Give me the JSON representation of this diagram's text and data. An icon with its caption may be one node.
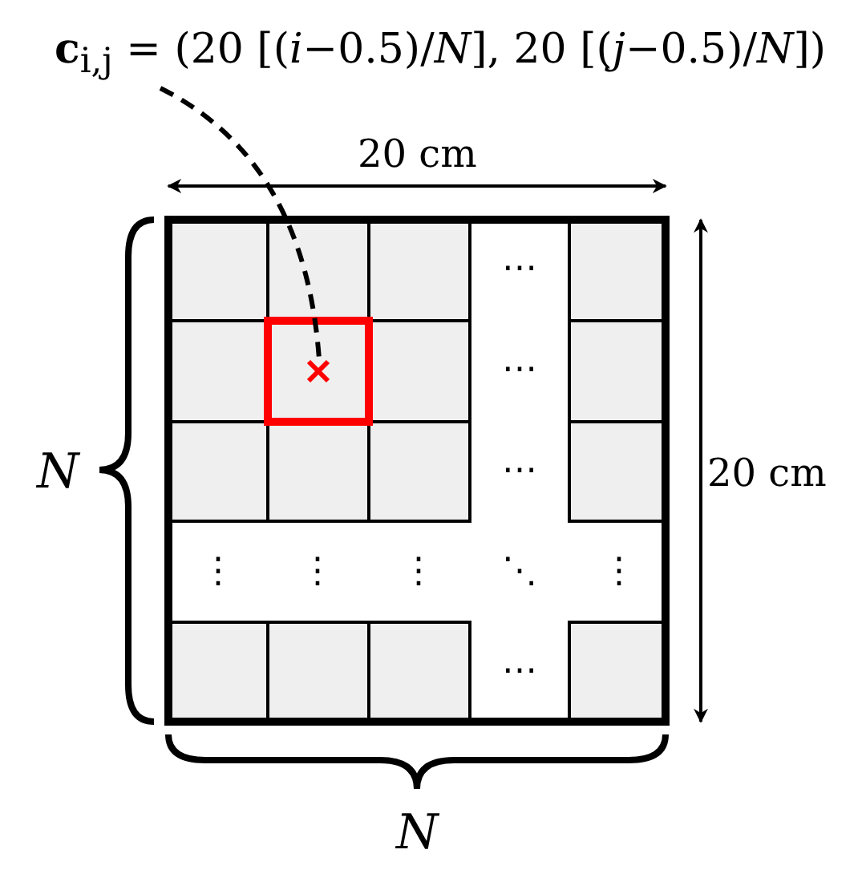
{
  "diagram": {
    "nodes": [
      {
        "text": [
          "**c**$_{i,j}$ = (20 [(*i*−0.5)/*N*], 20 [(*j*−0.5)/*N*])"
        ]
      },
      {
        "text": [],
        "shape": "box"
      },
      {
        "text": [],
        "shape": "cross",
        "in": 1
      }
    ],
    "edges": [
      {
        "from": 0,
        "to": 2,
        "arrow": "none",
        "style": "dashed"
      }
    ],
    "labels": [
      "20 cm",
      "⋯",
      "⋯",
      "N",
      "⋯",
      "20 cm",
      "⋮",
      "⋮",
      "⋮",
      "⋱",
      "⋮",
      "⋯",
      "N"
    ]
  }
}
